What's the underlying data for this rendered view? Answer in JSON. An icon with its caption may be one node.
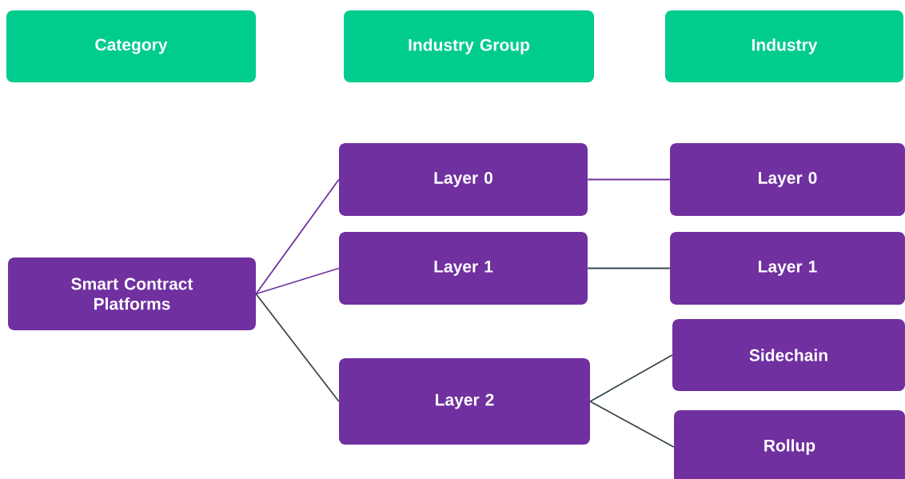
{
  "diagram": {
    "nodes": [
      {
        "text": [
          "Category"
        ]
      },
      {
        "text": [
          "Industry Group"
        ]
      },
      {
        "text": [
          "Industry"
        ]
      },
      {
        "text": [
          "Smart Contract Platforms"
        ]
      },
      {
        "text": [
          "Layer 0"
        ]
      },
      {
        "text": [
          "Layer 1"
        ]
      },
      {
        "text": [
          "Layer 2"
        ]
      },
      {
        "text": [
          "Layer 0"
        ]
      },
      {
        "text": [
          "Layer 1"
        ]
      },
      {
        "text": [
          "Sidechain"
        ]
      },
      {
        "text": [
          "Rollup"
        ]
      }
    ],
    "edges": [
      {
        "from": 3,
        "to": 4,
        "arrow": "none",
        "color": "#7030a0"
      },
      {
        "from": 3,
        "to": 5,
        "arrow": "none",
        "color": "#7030a0"
      },
      {
        "from": 3,
        "to": 6,
        "arrow": "none"
      },
      {
        "from": 4,
        "to": 7,
        "arrow": "none",
        "color": "#7030a0"
      },
      {
        "from": 5,
        "to": 8,
        "arrow": "none"
      },
      {
        "from": 6,
        "to": 9,
        "arrow": "none"
      },
      {
        "from": 6,
        "to": 10,
        "arrow": "none"
      }
    ]
  }
}
